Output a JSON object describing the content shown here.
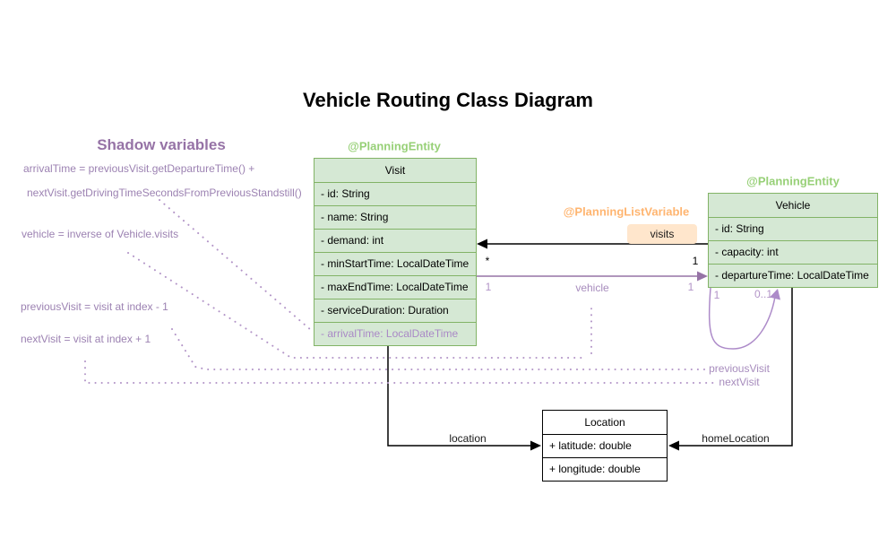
{
  "title": "Vehicle Routing Class Diagram",
  "shadow_panel": {
    "title": "Shadow variables",
    "arrival_time_formula_line1": "arrivalTime = previousVisit.getDepartureTime() +",
    "arrival_time_formula_line2": "nextVisit.getDrivingTimeSecondsFromPreviousStandstill()",
    "vehicle_formula": "vehicle = inverse of Vehicle.visits",
    "previous_visit_formula": "previousVisit = visit at index - 1",
    "next_visit_formula": "nextVisit = visit at index + 1"
  },
  "annotations": {
    "visit_entity": "@PlanningEntity",
    "vehicle_entity": "@PlanningEntity",
    "planning_list_variable": "@PlanningListVariable",
    "visits_badge": "visits"
  },
  "classes": {
    "visit": {
      "name": "Visit",
      "attributes": [
        "- id: String",
        "- name: String",
        "- demand: int",
        "- minStartTime: LocalDateTime",
        "- maxEndTime: LocalDateTime",
        "- serviceDuration: Duration",
        "- arrivalTime: LocalDateTime"
      ]
    },
    "vehicle": {
      "name": "Vehicle",
      "attributes": [
        "- id: String",
        "- capacity: int",
        "- departureTime: LocalDateTime"
      ]
    },
    "location": {
      "name": "Location",
      "attributes": [
        "+ latitude: double",
        "+ longitude: double"
      ]
    }
  },
  "edges": {
    "visits_multiplicity_many": "*",
    "visits_multiplicity_one": "1",
    "vehicle_label": "vehicle",
    "vehicle_multiplicity_left": "1",
    "vehicle_multiplicity_right": "1",
    "loop_multiplicity_one": "1",
    "loop_multiplicity_zero_one": "0..1",
    "previous_visit_label": "previousVisit",
    "next_visit_label": "nextVisit",
    "location_label": "location",
    "home_location_label": "homeLocation"
  },
  "colors": {
    "entity_fill": "#d5e8d4",
    "entity_border": "#82b366",
    "entity_annotation_text": "#97d077",
    "list_variable_text": "#ffb570",
    "badge_fill": "#ffe6cc",
    "purple": "#9673a6",
    "light_purple": "#b294c7"
  }
}
